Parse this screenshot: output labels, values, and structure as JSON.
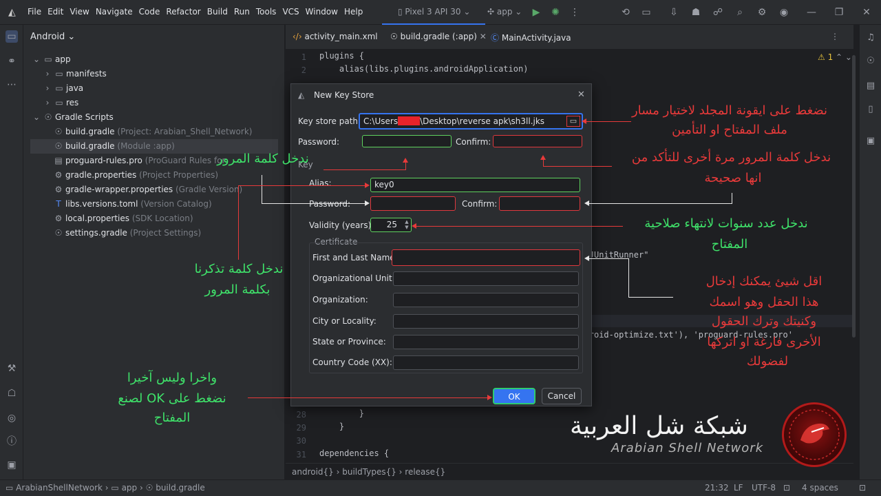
{
  "menubar": {
    "menus": [
      "File",
      "Edit",
      "View",
      "Navigate",
      "Code",
      "Refactor",
      "Build",
      "Run",
      "Tools",
      "VCS",
      "Window",
      "Help"
    ],
    "device": "Pixel 3 API 30",
    "run_config": "app"
  },
  "project": {
    "view": "Android",
    "tree": [
      {
        "label": "app",
        "gray": ""
      },
      {
        "label": "manifests",
        "gray": ""
      },
      {
        "label": "java",
        "gray": ""
      },
      {
        "label": "res",
        "gray": ""
      },
      {
        "label": "Gradle Scripts",
        "gray": ""
      },
      {
        "label": "build.gradle",
        "gray": "(Project: Arabian_Shell_Network)"
      },
      {
        "label": "build.gradle",
        "gray": "(Module :app)"
      },
      {
        "label": "proguard-rules.pro",
        "gray": "(ProGuard Rules for"
      },
      {
        "label": "gradle.properties",
        "gray": "(Project Properties)"
      },
      {
        "label": "gradle-wrapper.properties",
        "gray": "(Gradle Version)"
      },
      {
        "label": "libs.versions.toml",
        "gray": "(Version Catalog)"
      },
      {
        "label": "local.properties",
        "gray": "(SDK Location)"
      },
      {
        "label": "settings.gradle",
        "gray": "(Project Settings)"
      }
    ]
  },
  "tabs": [
    "activity_main.xml",
    "build.gradle (:app)",
    "MainActivity.java"
  ],
  "editor": {
    "warnings": "1",
    "lines": [
      {
        "n": "1",
        "code": "plugins {"
      },
      {
        "n": "2",
        "code": "    alias(libs.plugins.androidApplication)"
      },
      {
        "n": "",
        "code": "                                     idJUnitRunner\""
      },
      {
        "n": "",
        "code": "                                     ndroid-optimize.txt'), 'proguard-rules.pro'"
      },
      {
        "n": "28",
        "code": "        }"
      },
      {
        "n": "29",
        "code": "    }"
      },
      {
        "n": "30",
        "code": ""
      },
      {
        "n": "31",
        "code": "dependencies {"
      }
    ],
    "breadcrumb": [
      "android{}",
      "buildTypes{}",
      "release{}"
    ]
  },
  "status": {
    "path": [
      "ArabianShellNetwork",
      "app",
      "build.gradle"
    ],
    "position": "21:32",
    "line_sep": "LF",
    "encoding": "UTF-8",
    "indent": "4 spaces"
  },
  "dialog": {
    "title": "New Key Store",
    "key_store_path_label": "Key store path:",
    "key_store_path_value_a": "C:\\Users",
    "key_store_path_value_b": "\\Desktop\\reverse apk\\sh3ll.jks",
    "password_label": "Password:",
    "confirm_label": "Confirm:",
    "key_label": "Key",
    "alias_label": "Alias:",
    "alias_value": "key0",
    "key_password_label": "Password:",
    "key_confirm_label": "Confirm:",
    "validity_label": "Validity (years):",
    "validity_value": "25",
    "certificate_label": "Certificate",
    "cert_fields": [
      "First and Last Name:",
      "Organizational Unit:",
      "Organization:",
      "City or Locality:",
      "State or Province:",
      "Country Code (XX):"
    ],
    "ok_label": "OK",
    "cancel_label": "Cancel"
  },
  "annotations": {
    "a1_line1": "نضغط على ايقونة المجلد لاختيار مسار",
    "a1_line2": "ملف المفتاح او التأمين",
    "a2": "ندخل كلمة المرور",
    "a3_line1": "ندخل كلمة المرور مرة أخرى للتأكد من",
    "a3_line2": "انها صحيحة",
    "a4_line1": "ندخل عدد سنوات لانتهاء صلاحية",
    "a4_line2": "المفتاح",
    "a5_line1": "ندخل كلمة تذكرنا",
    "a5_line2": "بكلمة المرور",
    "a6_line1": "اقل شيئ يمكنك إدخال",
    "a6_line2": "هذا الحقل وهو اسمك",
    "a6_line3": "وكنيتك وترك الحقول",
    "a6_line4": "الأخرى فارغة او اتركها",
    "a6_line5": "لفضولك",
    "a7_line1": "واخرا وليس آخيرا",
    "a7_line2": "نضغط على OK لصنع",
    "a7_line3": "المفتاح"
  },
  "watermark": {
    "arabic": "شبكة شل العربية",
    "english": "Arabian Shell Network"
  },
  "colors": {
    "green": "#3fe26a",
    "red": "#e83a3a",
    "accent": "#3574f0"
  }
}
